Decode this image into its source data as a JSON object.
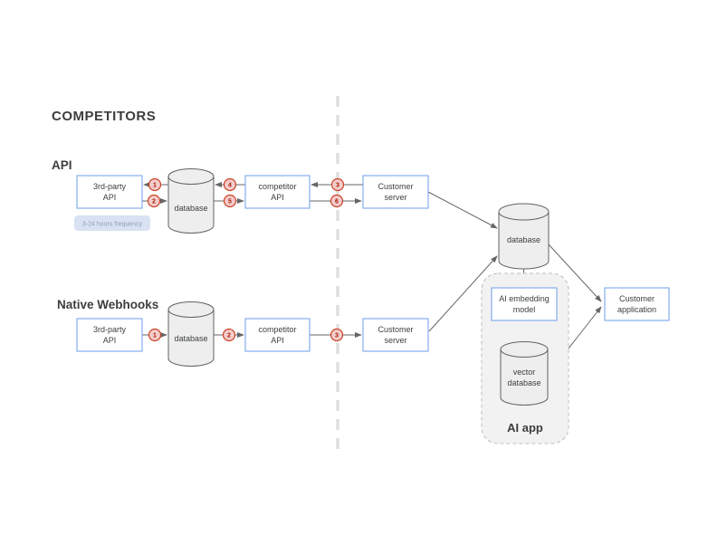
{
  "title": "COMPETITORS",
  "sections": {
    "api_label": "API",
    "webhooks_label": "Native Webhooks",
    "ai_app_label": "AI app"
  },
  "badge": {
    "text": "3-24 hours frequency"
  },
  "nodes": {
    "api_third_party": {
      "line1": "3rd-party",
      "line2": "API"
    },
    "api_database": {
      "label": "database"
    },
    "api_competitor": {
      "line1": "competitor",
      "line2": "API"
    },
    "api_customer_server": {
      "line1": "Customer",
      "line2": "server"
    },
    "wh_third_party": {
      "line1": "3rd-party",
      "line2": "API"
    },
    "wh_database": {
      "label": "database"
    },
    "wh_competitor": {
      "line1": "competitor",
      "line2": "API"
    },
    "wh_customer_server": {
      "line1": "Customer",
      "line2": "server"
    },
    "central_database": {
      "label": "database"
    },
    "ai_embedding": {
      "line1": "AI embedding",
      "line2": "model"
    },
    "vector_database": {
      "line1": "vector",
      "line2": "database"
    },
    "customer_application": {
      "line1": "Customer",
      "line2": "application"
    }
  },
  "steps": {
    "api_flow": [
      "1",
      "2",
      "4",
      "5",
      "3",
      "6"
    ],
    "webhook_flow": [
      "1",
      "2",
      "3"
    ]
  },
  "colors": {
    "box_border": "#6d9eeb",
    "box_fill": "#ffffff",
    "cylinder_fill": "#eeeeee",
    "cylinder_stroke": "#5f6368",
    "arrow_line": "#666666",
    "step_fill": "#f4cccc",
    "step_border": "#cc4125",
    "step_text": "#a61c00",
    "badge_fill": "#d9e2f3",
    "badge_text": "#8e9cba",
    "divider": "#dfdfdf",
    "ai_container_fill": "#f2f2f2",
    "ai_container_border": "#bdbdbd",
    "heading_text": "#3d3d3d"
  }
}
